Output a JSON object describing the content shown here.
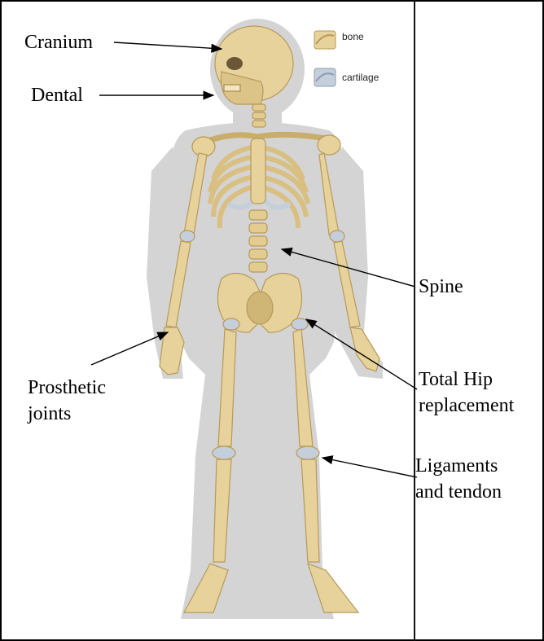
{
  "legend": {
    "bone": "bone",
    "cartilage": "cartilage"
  },
  "labels": {
    "cranium": "Cranium",
    "dental": "Dental",
    "spine": "Spine",
    "prosthetic_line1": "Prosthetic",
    "prosthetic_line2": "joints",
    "hip_line1": "Total Hip",
    "hip_line2": "replacement",
    "ligaments_line1": "Ligaments",
    "ligaments_line2": "and tendon"
  },
  "colors": {
    "bone": "#e6d29a",
    "bone_dark": "#c9ad6a",
    "cartilage": "#c5cfdc",
    "silhouette": "#d4d4d4"
  }
}
